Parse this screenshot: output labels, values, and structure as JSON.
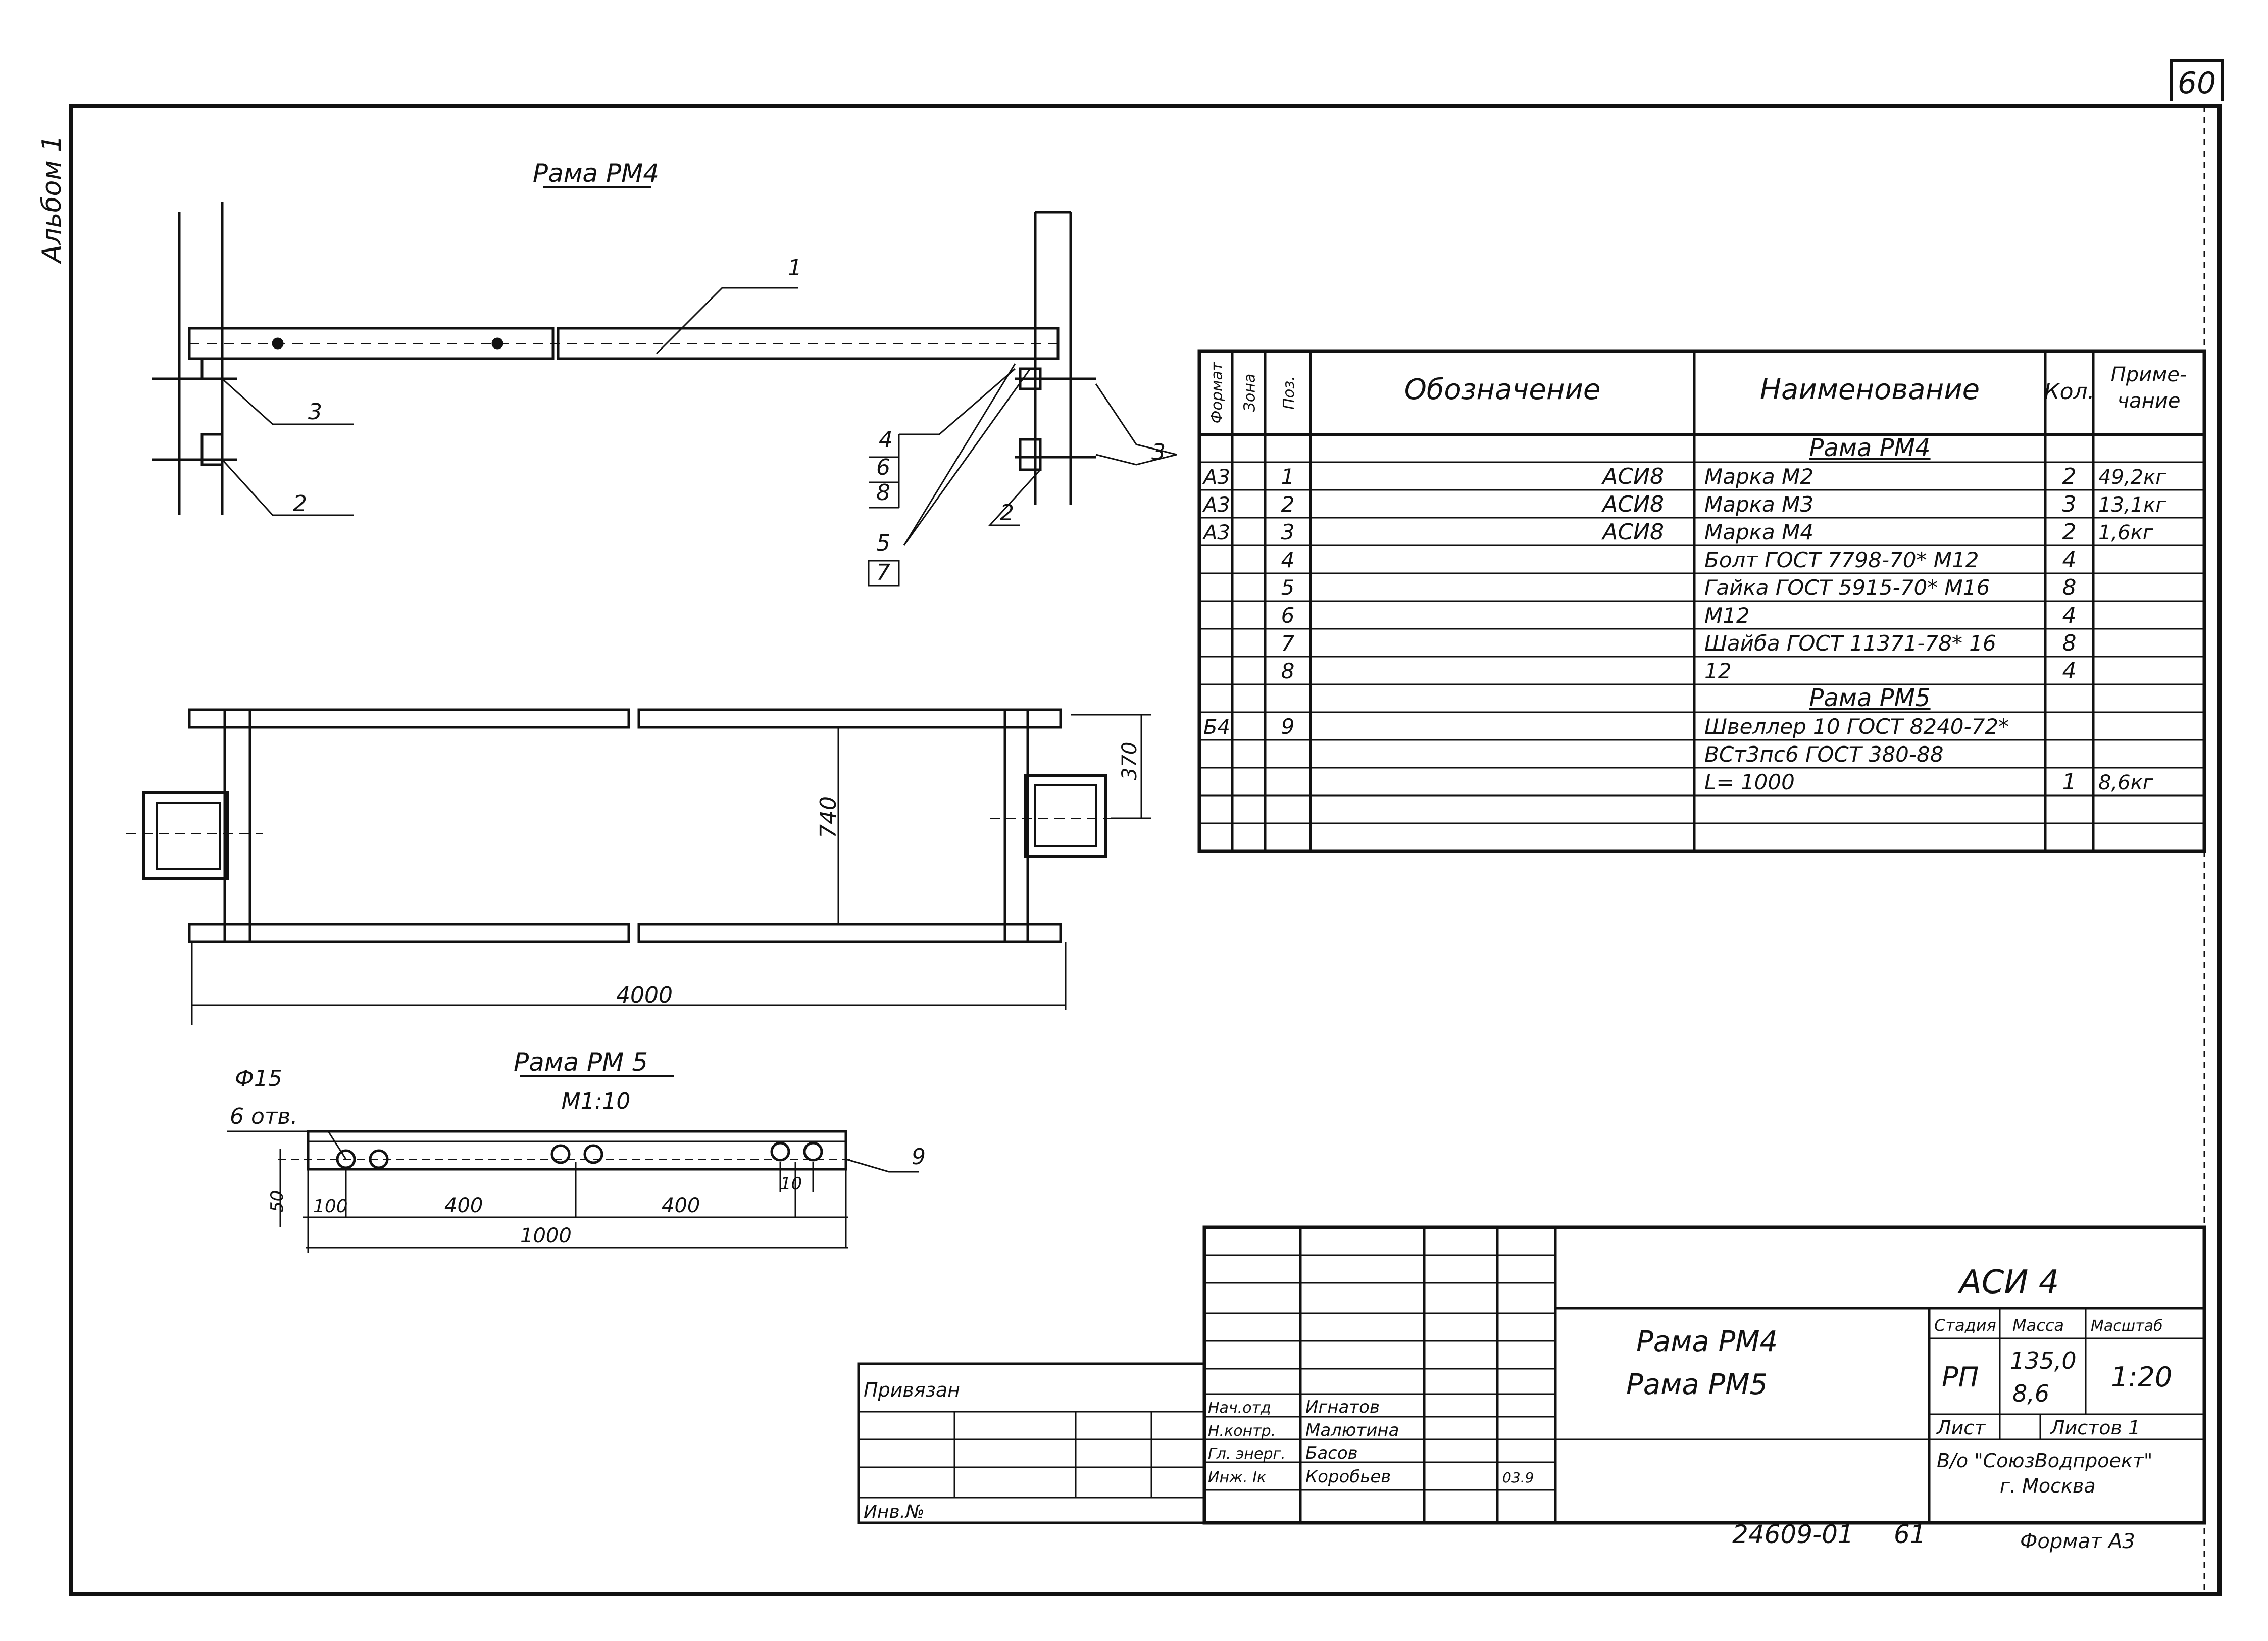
{
  "sheet_number": "60",
  "album_label": "Альбом 1",
  "views": {
    "frame_rm4_title": "Рама РМ4",
    "frame_rm5_title": "Рама РМ 5",
    "frame_rm5_scale": "М1:10"
  },
  "callouts": {
    "c1": "1",
    "c2_left": "2",
    "c3_left": "3",
    "c4": "4",
    "c6": "6",
    "c8": "8",
    "c5": "5",
    "c7": "7",
    "c2_right": "2",
    "c3_right": "3",
    "c9": "9"
  },
  "dimensions": {
    "plan_length": "4000",
    "plan_width": "740",
    "plan_offset": "370",
    "hole_dia": "Ф15",
    "hole_count": "6 отв.",
    "d100": "100",
    "d400a": "400",
    "d400b": "400",
    "d10": "10",
    "d1000": "1000",
    "d50": "50"
  },
  "spec_table": {
    "headers": {
      "format": "Формат",
      "zone": "Зона",
      "pos": "Поз.",
      "designation": "Обозначение",
      "name": "Наименование",
      "qty": "Кол.",
      "note": "Приме-\nчание"
    },
    "rows": [
      {
        "format": "",
        "zone": "",
        "pos": "",
        "designation": "",
        "name": "Рама РМ4",
        "qty": "",
        "note": "",
        "section": true
      },
      {
        "format": "А3",
        "zone": "",
        "pos": "1",
        "designation": "АСИ8",
        "name": "Марка М2",
        "qty": "2",
        "note": "49,2кг"
      },
      {
        "format": "А3",
        "zone": "",
        "pos": "2",
        "designation": "АСИ8",
        "name": "Марка М3",
        "qty": "3",
        "note": "13,1кг"
      },
      {
        "format": "А3",
        "zone": "",
        "pos": "3",
        "designation": "АСИ8",
        "name": "Марка М4",
        "qty": "2",
        "note": "1,6кг"
      },
      {
        "format": "",
        "zone": "",
        "pos": "4",
        "designation": "",
        "name": "Болт ГОСТ 7798-70* М12",
        "qty": "4",
        "note": ""
      },
      {
        "format": "",
        "zone": "",
        "pos": "5",
        "designation": "",
        "name": "Гайка ГОСТ 5915-70* М16",
        "qty": "8",
        "note": ""
      },
      {
        "format": "",
        "zone": "",
        "pos": "6",
        "designation": "",
        "name": "М12",
        "qty": "4",
        "note": ""
      },
      {
        "format": "",
        "zone": "",
        "pos": "7",
        "designation": "",
        "name": "Шайба ГОСТ 11371-78* 16",
        "qty": "8",
        "note": ""
      },
      {
        "format": "",
        "zone": "",
        "pos": "8",
        "designation": "",
        "name": "12",
        "qty": "4",
        "note": ""
      },
      {
        "format": "",
        "zone": "",
        "pos": "",
        "designation": "",
        "name": "Рама РМ5",
        "qty": "",
        "note": "",
        "section": true
      },
      {
        "format": "Б4",
        "zone": "",
        "pos": "9",
        "designation": "",
        "name": "Швеллер 10 ГОСТ 8240-72*",
        "qty": "",
        "note": ""
      },
      {
        "format": "",
        "zone": "",
        "pos": "",
        "designation": "",
        "name": "ВСт3пс6 ГОСТ 380-88",
        "qty": "",
        "note": ""
      },
      {
        "format": "",
        "zone": "",
        "pos": "",
        "designation": "",
        "name": "L= 1000",
        "qty": "1",
        "note": "8,6кг"
      },
      {
        "format": "",
        "zone": "",
        "pos": "",
        "designation": "",
        "name": "",
        "qty": "",
        "note": ""
      },
      {
        "format": "",
        "zone": "",
        "pos": "",
        "designation": "",
        "name": "",
        "qty": "",
        "note": ""
      }
    ]
  },
  "title_block": {
    "doc_code": "АСИ 4",
    "title_line1": "Рама РМ4",
    "title_line2": "Рама РМ5",
    "stage_label": "Стадия",
    "mass_label": "Масса",
    "scale_label": "Масштаб",
    "stage": "РП",
    "mass1": "135,0",
    "mass2": "8,6",
    "scale": "1:20",
    "sheet_label": "Лист",
    "sheets_label": "Листов 1",
    "org_line1": "В/о \"СоюзВодпроект\"",
    "org_line2": "г. Москва",
    "privyazan": "Привязан",
    "inv_no": "Инв.№",
    "staff": [
      {
        "role": "Нач.отд",
        "name": "Игнатов",
        "date": ""
      },
      {
        "role": "Н.контр.",
        "name": "Малютина",
        "date": ""
      },
      {
        "role": "Гл. энерг.",
        "name": "Басов",
        "date": ""
      },
      {
        "role": "Инж. Iк",
        "name": "Коробьев",
        "date": "03.9"
      }
    ],
    "archive_no": "24609-01",
    "archive_sheet": "61",
    "format_label": "Формат А3"
  }
}
